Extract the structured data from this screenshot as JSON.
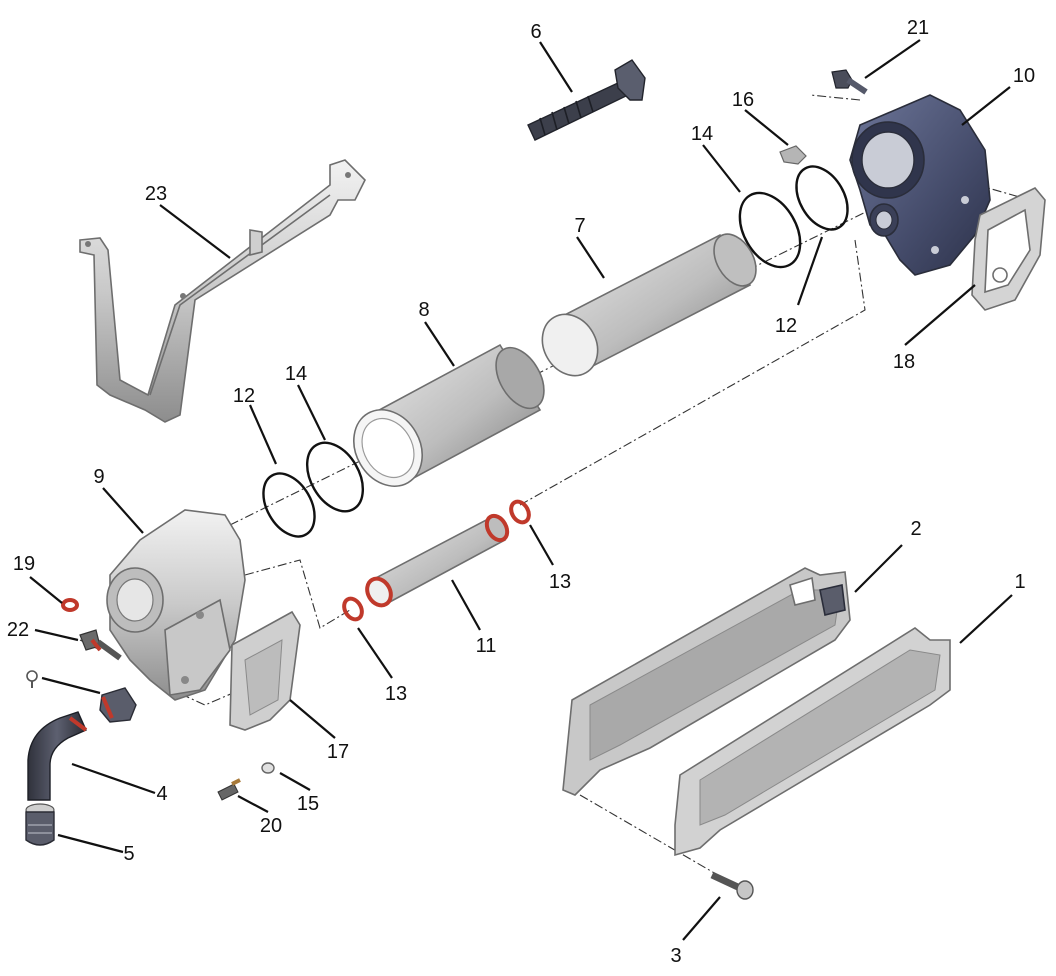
{
  "colors": {
    "metal_light": "#d9d9d9",
    "metal_mid": "#a9a9a9",
    "metal_dark": "#7a7a7a",
    "housing_blue": "#4a5273",
    "seal_red": "#c0392b",
    "ink": "#111111"
  },
  "callouts": [
    {
      "id": "1",
      "label": "1"
    },
    {
      "id": "2",
      "label": "2"
    },
    {
      "id": "3",
      "label": "3"
    },
    {
      "id": "4",
      "label": "4"
    },
    {
      "id": "5",
      "label": "5"
    },
    {
      "id": "6",
      "label": "6"
    },
    {
      "id": "7",
      "label": "7"
    },
    {
      "id": "8",
      "label": "8"
    },
    {
      "id": "9",
      "label": "9"
    },
    {
      "id": "10",
      "label": "10"
    },
    {
      "id": "11",
      "label": "11"
    },
    {
      "id": "12a",
      "label": "12"
    },
    {
      "id": "12b",
      "label": "12"
    },
    {
      "id": "13a",
      "label": "13"
    },
    {
      "id": "13b",
      "label": "13"
    },
    {
      "id": "14a",
      "label": "14"
    },
    {
      "id": "14b",
      "label": "14"
    },
    {
      "id": "15",
      "label": "15"
    },
    {
      "id": "16",
      "label": "16"
    },
    {
      "id": "17",
      "label": "17"
    },
    {
      "id": "18",
      "label": "18"
    },
    {
      "id": "19",
      "label": "19"
    },
    {
      "id": "20",
      "label": "20"
    },
    {
      "id": "21",
      "label": "21"
    },
    {
      "id": "22",
      "label": "22"
    },
    {
      "id": "23",
      "label": "23"
    }
  ]
}
